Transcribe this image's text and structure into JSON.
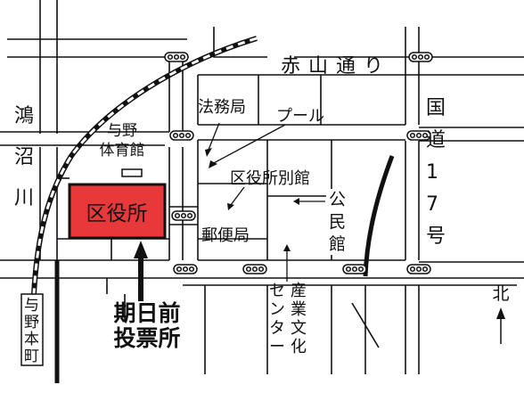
{
  "map": {
    "roads": {
      "akayama": "赤山通り",
      "route17": "国道17号"
    },
    "districts": {
      "konuma_river": "鴻沼川"
    },
    "stations": {
      "yono_honmachi": "与野本町"
    },
    "buildings": {
      "ward_office": "区役所",
      "ward_office_annex": "区役所別館",
      "legal_affairs_bureau": "法務局",
      "pool": "プール",
      "gymnasium": "与野体育館",
      "post_office": "郵便局",
      "community_hall": "公民館",
      "industry_culture_center": "産業文化センター"
    },
    "callouts": {
      "early_voting": "期日前投票所"
    },
    "compass": {
      "north_label": "北"
    },
    "colors": {
      "ward_office_fill": "#e8383a",
      "line": "#111111",
      "background": "#ffffff"
    }
  }
}
